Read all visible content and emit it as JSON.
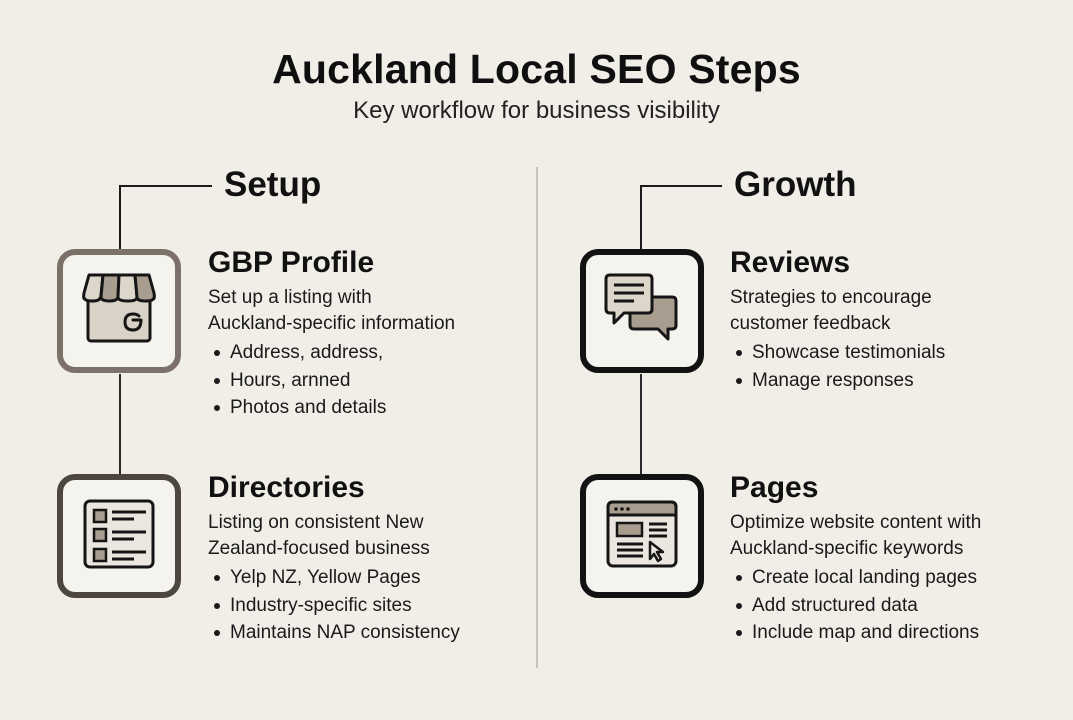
{
  "header": {
    "title": "Auckland Local SEO Steps",
    "subtitle": "Key workflow for business visibility"
  },
  "colors": {
    "background": "#f1eee8",
    "icon_box_fill": "#f5f3ee",
    "accent_taupe": "#a89d8e",
    "accent_light": "#d9d2c7",
    "text": "#141414",
    "divider": "#c9c3ba"
  },
  "columns": [
    {
      "title": "Setup",
      "steps": [
        {
          "icon": "storefront-google-icon",
          "title": "GBP Profile",
          "description": [
            "Set up a listing with",
            "Auckland-specific information"
          ],
          "bullets": [
            "Address, address,",
            "Hours, arnned",
            "Photos and details"
          ]
        },
        {
          "icon": "directory-list-icon",
          "title": "Directories",
          "description": [
            "Listing on consistent New",
            "Zealand-focused business"
          ],
          "bullets": [
            "Yelp NZ, Yellow Pages",
            "Industry-specific sites",
            "Maintains NAP consistency"
          ]
        }
      ]
    },
    {
      "title": "Growth",
      "steps": [
        {
          "icon": "chat-bubbles-icon",
          "title": "Reviews",
          "description": [
            "Strategies to encourage",
            "customer feedback"
          ],
          "bullets": [
            "Showcase testimonials",
            "Manage responses"
          ]
        },
        {
          "icon": "webpage-cursor-icon",
          "title": "Pages",
          "description": [
            "Optimize website content with",
            "Auckland-specific keywords"
          ],
          "bullets": [
            "Create local landing pages",
            "Add structured data",
            "Include map and directions"
          ]
        }
      ]
    }
  ]
}
